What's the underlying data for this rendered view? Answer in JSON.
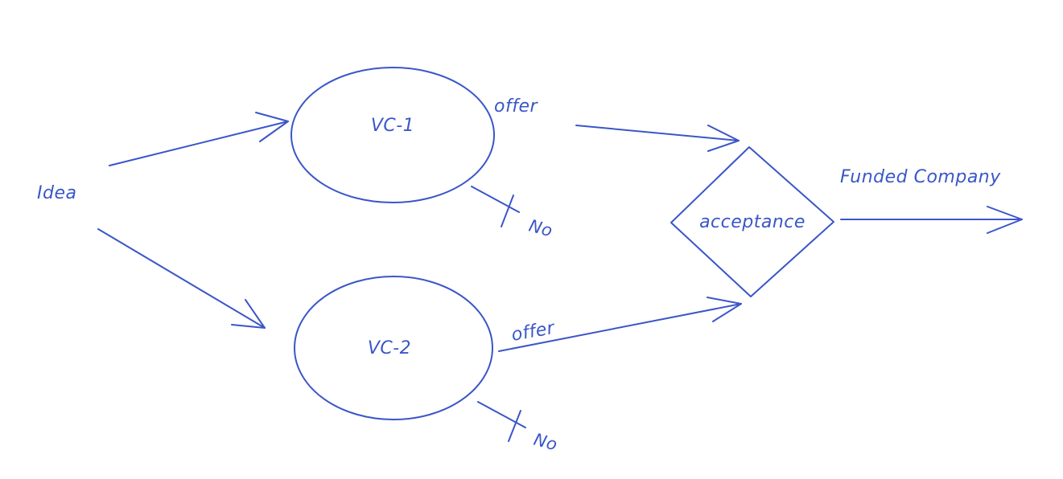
{
  "colors": {
    "background": "#ffffff",
    "ink": "#3a56c8"
  },
  "diagram": {
    "start_node": {
      "label": "Idea"
    },
    "vc_nodes": [
      {
        "label": "VC-1",
        "offer_label": "offer",
        "reject_label": "No"
      },
      {
        "label": "VC-2",
        "offer_label": "offer",
        "reject_label": "No"
      }
    ],
    "decision_node": {
      "label": "acceptance"
    },
    "outcome": {
      "label": "Funded Company"
    }
  }
}
